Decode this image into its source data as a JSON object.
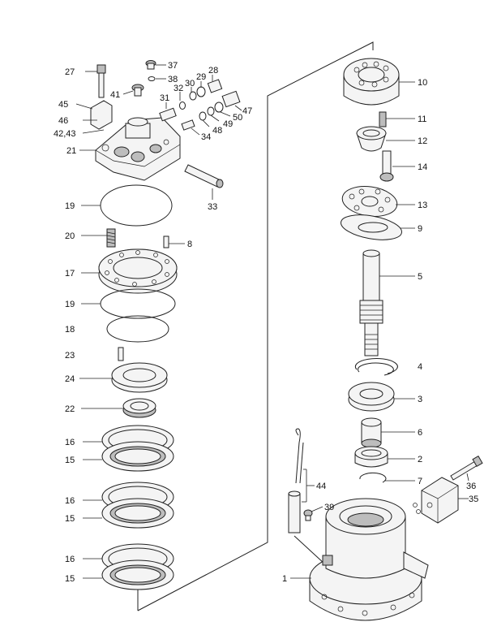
{
  "callouts": {
    "c1": "1",
    "c2": "2",
    "c3": "3",
    "c4": "4",
    "c5": "5",
    "c6": "6",
    "c7": "7",
    "c8": "8",
    "c9": "9",
    "c10": "10",
    "c11": "11",
    "c12": "12",
    "c13": "13",
    "c14": "14",
    "c15a": "15",
    "c15b": "15",
    "c15c": "15",
    "c16a": "16",
    "c16b": "16",
    "c16c": "16",
    "c17": "17",
    "c18": "18",
    "c19a": "19",
    "c19b": "19",
    "c20": "20",
    "c21": "21",
    "c22": "22",
    "c23": "23",
    "c24": "24",
    "c27": "27",
    "c28": "28",
    "c29": "29",
    "c30": "30",
    "c31": "31",
    "c32": "32",
    "c33": "33",
    "c34": "34",
    "c35": "35",
    "c36": "36",
    "c37": "37",
    "c38": "38",
    "c39": "39",
    "c41": "41",
    "c4243": "42,43",
    "c44": "44",
    "c45": "45",
    "c46": "46",
    "c47": "47",
    "c48": "48",
    "c49": "49",
    "c50": "50"
  },
  "colors": {
    "line": "#222222",
    "fill": "#f4f4f4",
    "shade": "#bdbdbd"
  }
}
